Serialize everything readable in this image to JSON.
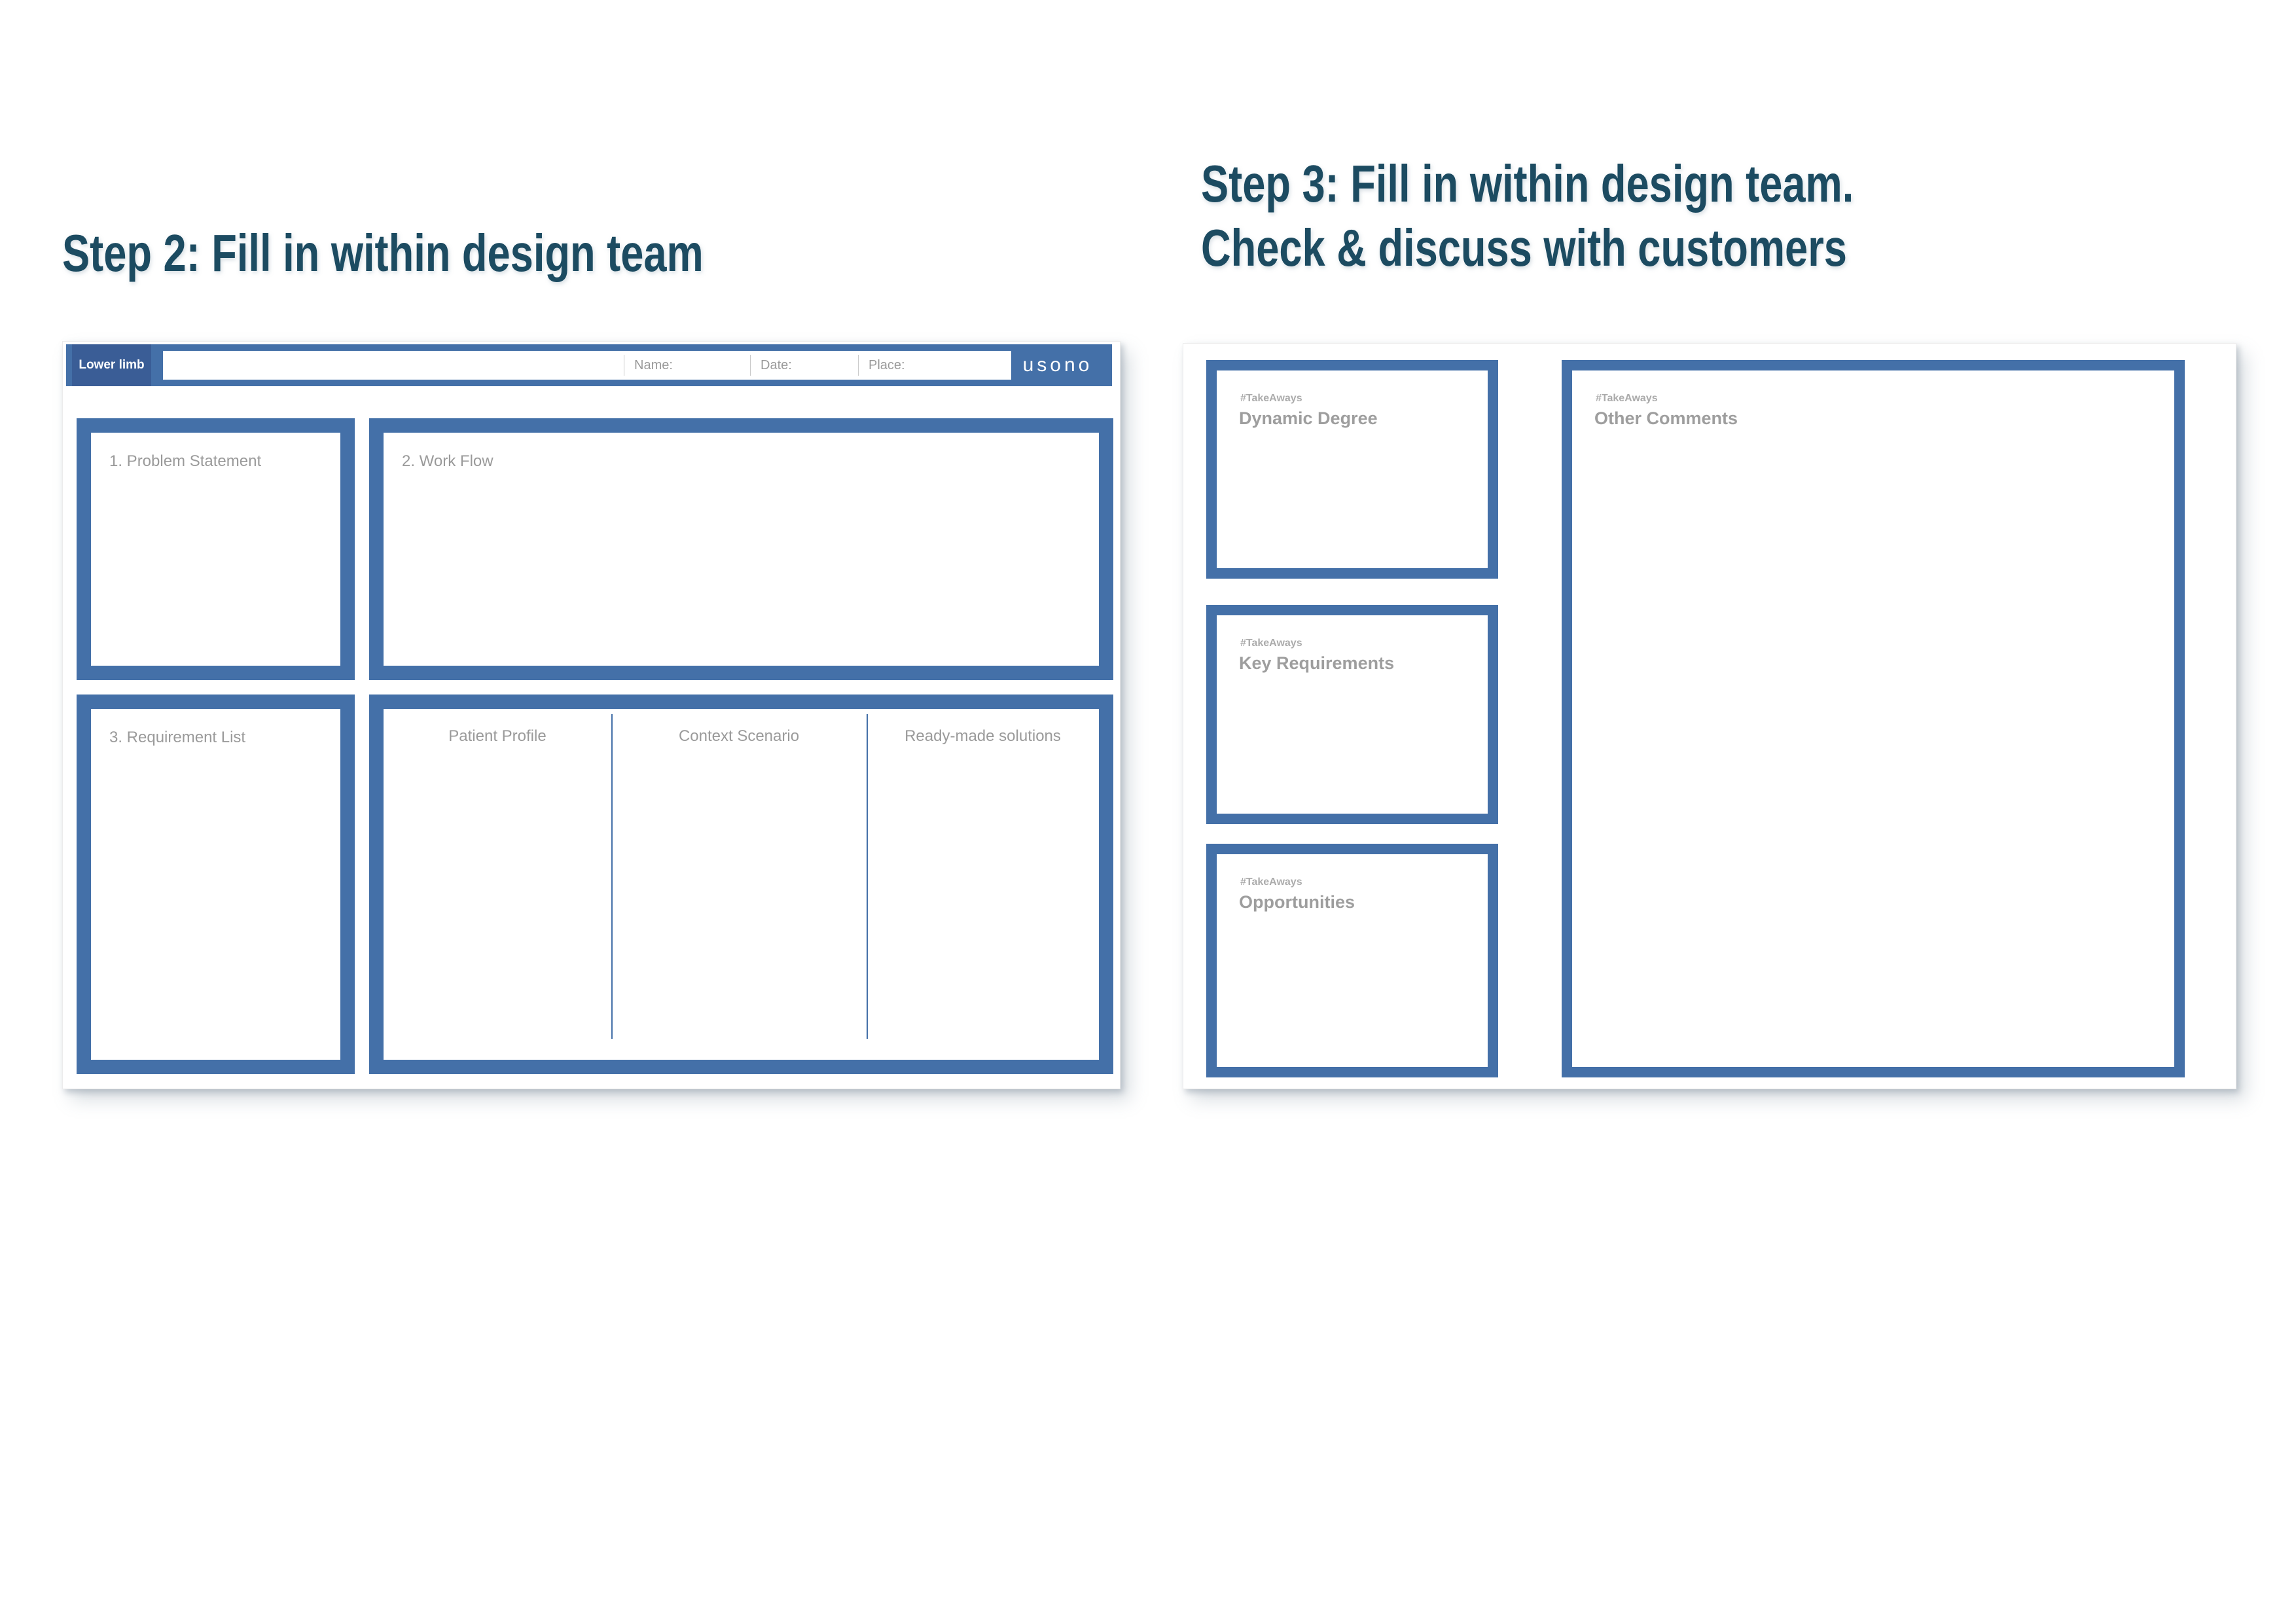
{
  "colors": {
    "accent_blue": "#4470a8",
    "tab_blue": "#3a5d96",
    "heading_teal": "#1c4b61",
    "label_gray": "#9a9a9a",
    "title_gray": "#9e9e9e"
  },
  "step2": {
    "heading": "Step 2: Fill in within design team",
    "worksheet": {
      "tab_label": "Lower limb",
      "fields": [
        {
          "label": "Name:"
        },
        {
          "label": "Date:"
        },
        {
          "label": "Place:"
        }
      ],
      "logo": "usono",
      "boxes": {
        "problem_statement": "1. Problem Statement",
        "work_flow": "2. Work Flow",
        "requirement_list": "3. Requirement List",
        "columns": [
          "Patient Profile",
          "Context Scenario",
          "Ready-made solutions"
        ]
      }
    }
  },
  "step3": {
    "heading_line1": "Step 3: Fill in within design team.",
    "heading_line2": "Check & discuss with customers",
    "worksheet": {
      "takeaways_tag": "#TakeAways",
      "boxes": [
        {
          "title": "Dynamic Degree"
        },
        {
          "title": "Key Requirements"
        },
        {
          "title": "Opportunities"
        },
        {
          "title": "Other Comments"
        }
      ]
    }
  }
}
